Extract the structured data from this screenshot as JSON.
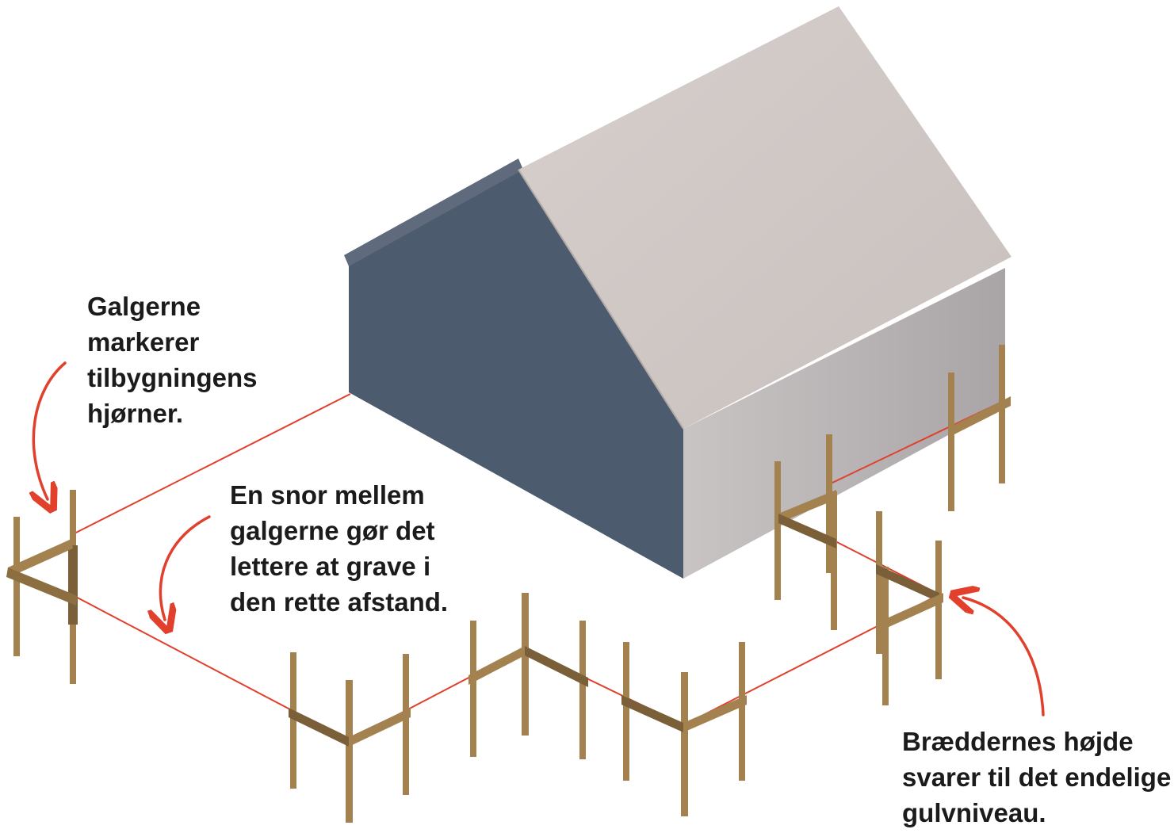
{
  "colors": {
    "house_front": "#4d5b6f",
    "house_side": "#bdb8b8",
    "roof": "#cfc8c6",
    "wood": "#a3824f",
    "wood_dark": "#5e4728",
    "string": "#e0402c",
    "arrow": "#e0402c",
    "text": "#1b1b1b"
  },
  "annotations": {
    "corners": [
      "Galgerne",
      "markerer",
      "tilbygningens",
      "hjørner."
    ],
    "string": [
      "En snor mellem",
      "galgerne gør det",
      "lettere at grave i",
      "den rette afstand."
    ],
    "height": [
      "Bræddernes højde",
      "svarer til det endelige",
      "gulvniveau."
    ]
  }
}
